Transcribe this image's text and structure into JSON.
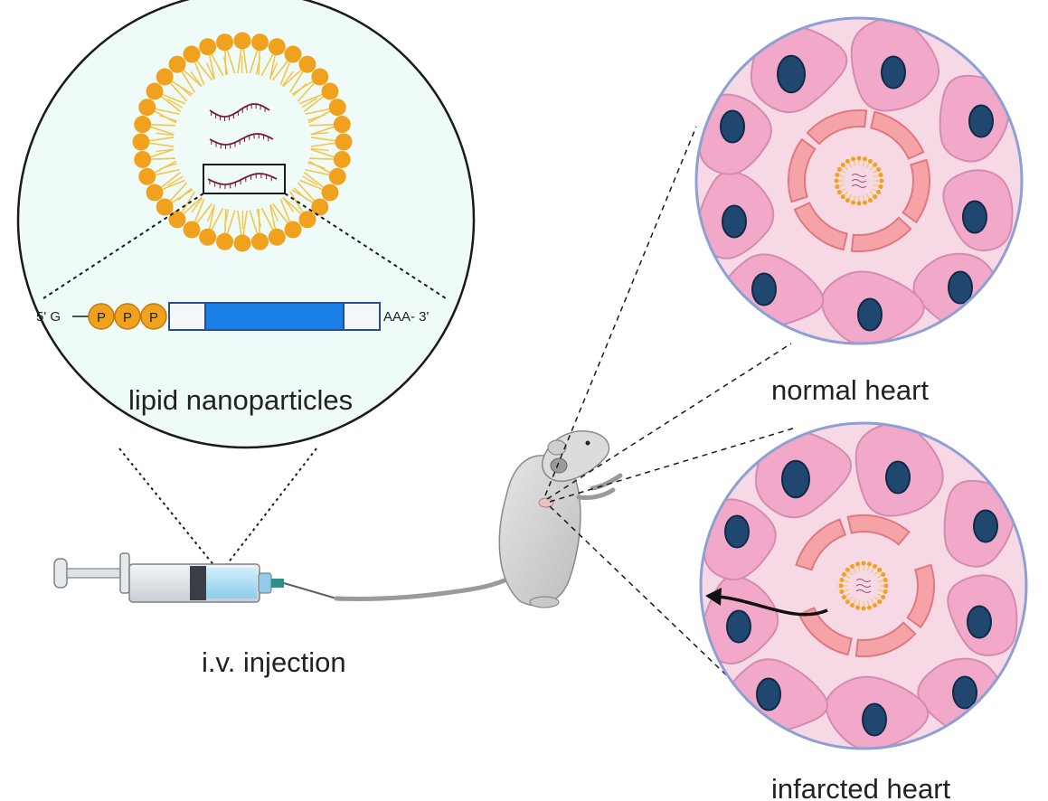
{
  "labels": {
    "lnp": "lipid nanoparticles",
    "injection": "i.v. injection",
    "normal": "normal heart",
    "infarcted": "infarcted heart",
    "five_prime": "5' G",
    "three_prime": "AAA- 3'",
    "phosphate": "P"
  },
  "colors": {
    "lipid_head": "#f0a21f",
    "lipid_tail": "#f3c54a",
    "panel_bg": "#eefbf8",
    "mrna": "#7a1a2e",
    "cds": "#1a7fe6",
    "cell": "#f2a9c9",
    "cell_border": "#d58bb0",
    "nucleus": "#1f4770",
    "vessel": "#f6a3a8",
    "heart_ring": "#8e9fd4"
  },
  "icons": [
    "syringe-icon",
    "mouse-icon",
    "arrow-icon"
  ]
}
